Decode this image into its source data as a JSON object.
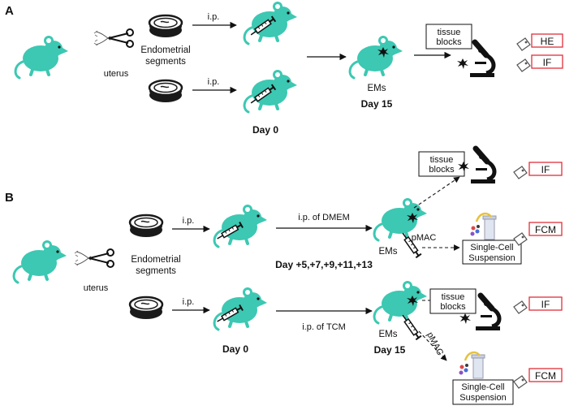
{
  "panel_a": {
    "label": "A",
    "uterus_label": "uterus",
    "segments_label_line1": "Endometrial",
    "segments_label_line2": "segments",
    "ip_upper": "i.p.",
    "ip_lower": "i.p.",
    "day0": "Day 0",
    "ems_label": "EMs",
    "day15": "Day 15",
    "tissue_blocks_line1": "tissue",
    "tissue_blocks_line2": "blocks",
    "tag_he": "HE",
    "tag_if": "IF"
  },
  "panel_b": {
    "label": "B",
    "uterus_label": "uterus",
    "segments_label_line1": "Endometrial",
    "segments_label_line2": "segments",
    "ip_upper": "i.p.",
    "ip_lower": "i.p.",
    "day0": "Day 0",
    "ip_dmem": "i.p. of DMEM",
    "ip_tcm": "i.p. of TCM",
    "days_injection": "Day +5,+7,+9,+11,+13",
    "ems_upper": "EMs",
    "ems_lower": "EMs",
    "day15": "Day 15",
    "pmac_upper": "pMAC",
    "pmac_lower": "pMAC",
    "tissue_blocks_upper_line1": "tissue",
    "tissue_blocks_upper_line2": "blocks",
    "tissue_blocks_lower_line1": "tissue",
    "tissue_blocks_lower_line2": "blocks",
    "single_cell_line1": "Single-Cell",
    "single_cell_line2": "Suspension",
    "tag_if_upper": "IF",
    "tag_fcm_upper": "FCM",
    "tag_if_lower": "IF",
    "tag_fcm_lower": "FCM"
  },
  "colors": {
    "mouse": "#3cc8b2",
    "tag_border": "#e0303a",
    "ink": "#111111"
  }
}
